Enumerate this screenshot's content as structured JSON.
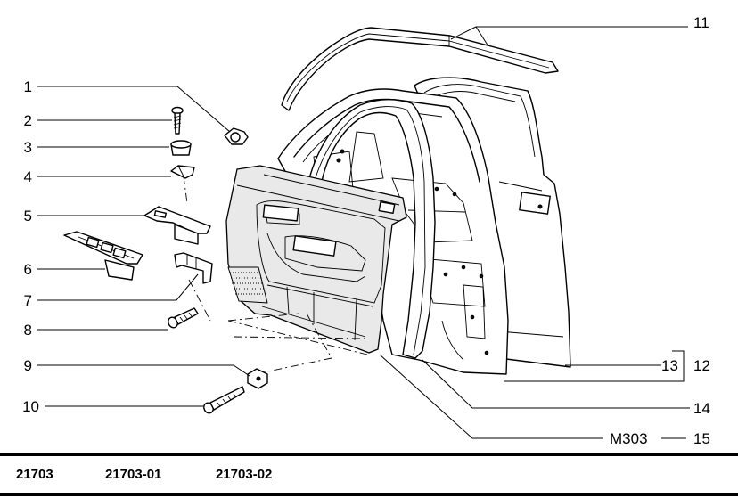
{
  "callouts_left": [
    {
      "key": "1",
      "text": "1"
    },
    {
      "key": "2",
      "text": "2"
    },
    {
      "key": "3",
      "text": "3"
    },
    {
      "key": "4",
      "text": "4"
    },
    {
      "key": "5",
      "text": "5"
    },
    {
      "key": "6",
      "text": "6"
    },
    {
      "key": "7",
      "text": "7"
    },
    {
      "key": "8",
      "text": "8"
    },
    {
      "key": "9",
      "text": "9"
    },
    {
      "key": "10",
      "text": "10"
    }
  ],
  "callouts_right": {
    "c11": "11",
    "c12": "12",
    "c13": "13",
    "c14": "14",
    "c15": "15",
    "c15_code": "M303"
  },
  "footer": {
    "model_codes": [
      "21703",
      "21703-01",
      "21703-02"
    ]
  }
}
